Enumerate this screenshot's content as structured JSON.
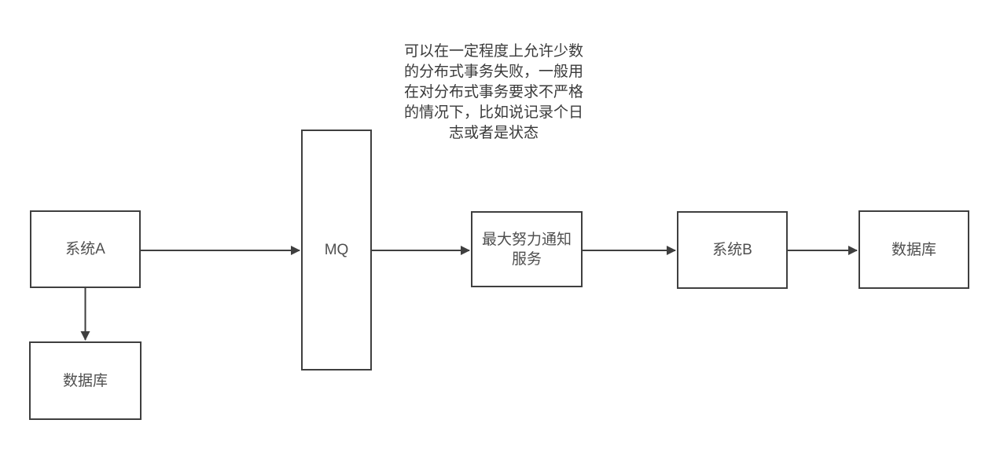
{
  "colors": {
    "stroke": "#3f3f3f",
    "box_text": "#4f4f4f",
    "annotation_text": "#3a3a3a",
    "background": "#ffffff",
    "box_fill": "#ffffff"
  },
  "annotation": {
    "text": "可以在一定程度上允许少数\n的分布式事务失败，一般用\n在对分布式事务要求不严格\n的情况下，比如说记录个日\n志或者是状态"
  },
  "nodes": {
    "system_a": {
      "label": "系统A"
    },
    "db_left": {
      "label": "数据库"
    },
    "mq": {
      "label": "MQ"
    },
    "notify": {
      "label": "最大努力通知\n服务"
    },
    "system_b": {
      "label": "系统B"
    },
    "db_right": {
      "label": "数据库"
    }
  },
  "edges": [
    {
      "from": "系统A",
      "to": "MQ"
    },
    {
      "from": "系统A",
      "to": "数据库"
    },
    {
      "from": "MQ",
      "to": "最大努力通知服务"
    },
    {
      "from": "最大努力通知服务",
      "to": "系统B"
    },
    {
      "from": "系统B",
      "to": "数据库"
    }
  ]
}
